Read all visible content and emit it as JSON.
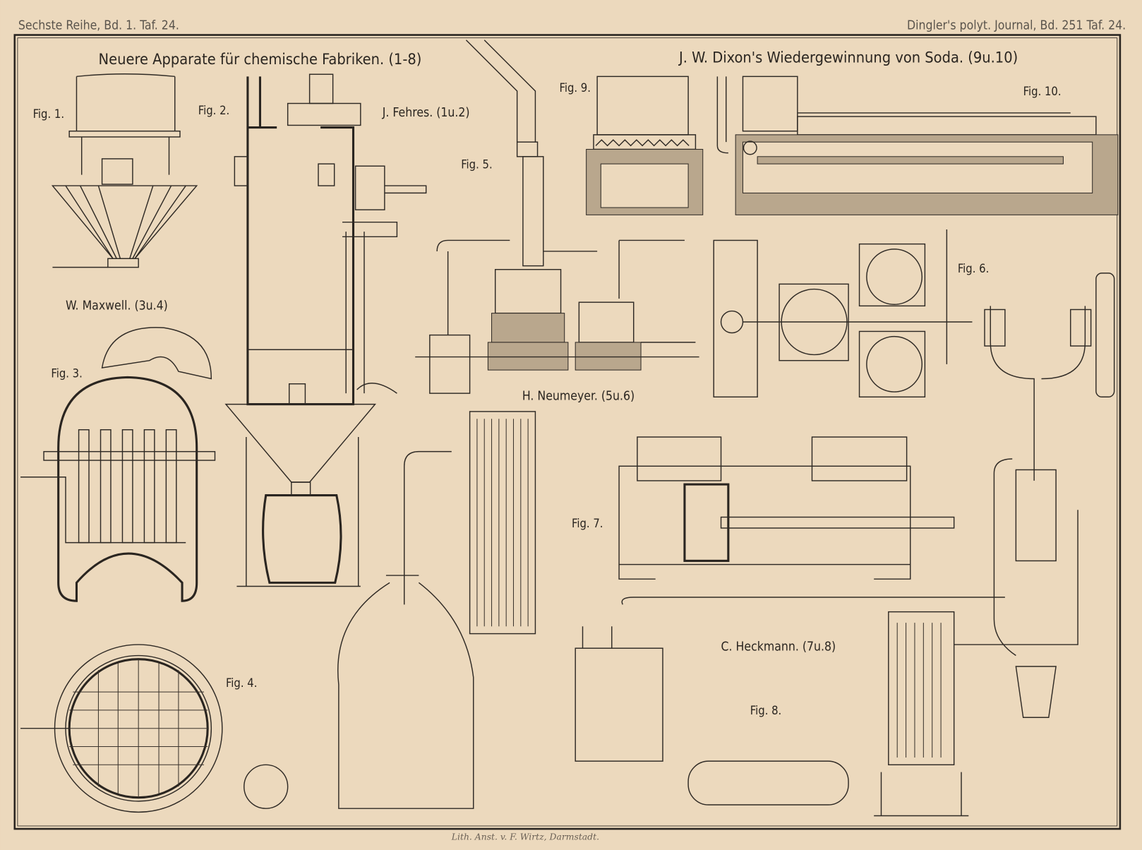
{
  "header": {
    "left": "Sechste Reihe, Bd. 1. Taf. 24.",
    "right": "Dingler's polyt. Journal, Bd. 251 Taf. 24."
  },
  "titles": {
    "left": "Neuere Apparate für chemische Fabriken. (1-8)",
    "right": "J. W. Dixon's Wiedergewinnung von Soda. (9u.10)"
  },
  "sections": {
    "fehres": "J. Fehres. (1u.2)",
    "maxwell": "W. Maxwell. (3u.4)",
    "neumeyer": "H. Neumeyer. (5u.6)",
    "heckmann": "C. Heckmann. (7u.8)"
  },
  "figures": {
    "fig1": "Fig. 1.",
    "fig2": "Fig. 2.",
    "fig3": "Fig. 3.",
    "fig4": "Fig. 4.",
    "fig5": "Fig. 5.",
    "fig6": "Fig. 6.",
    "fig7": "Fig. 7.",
    "fig8": "Fig. 8.",
    "fig9": "Fig. 9.",
    "fig10": "Fig. 10."
  },
  "footer": "Lith. Anst. v. F. Wirtz, Darmstadt.",
  "colors": {
    "paper": "#ecd9bd",
    "ink": "#2a2520"
  }
}
